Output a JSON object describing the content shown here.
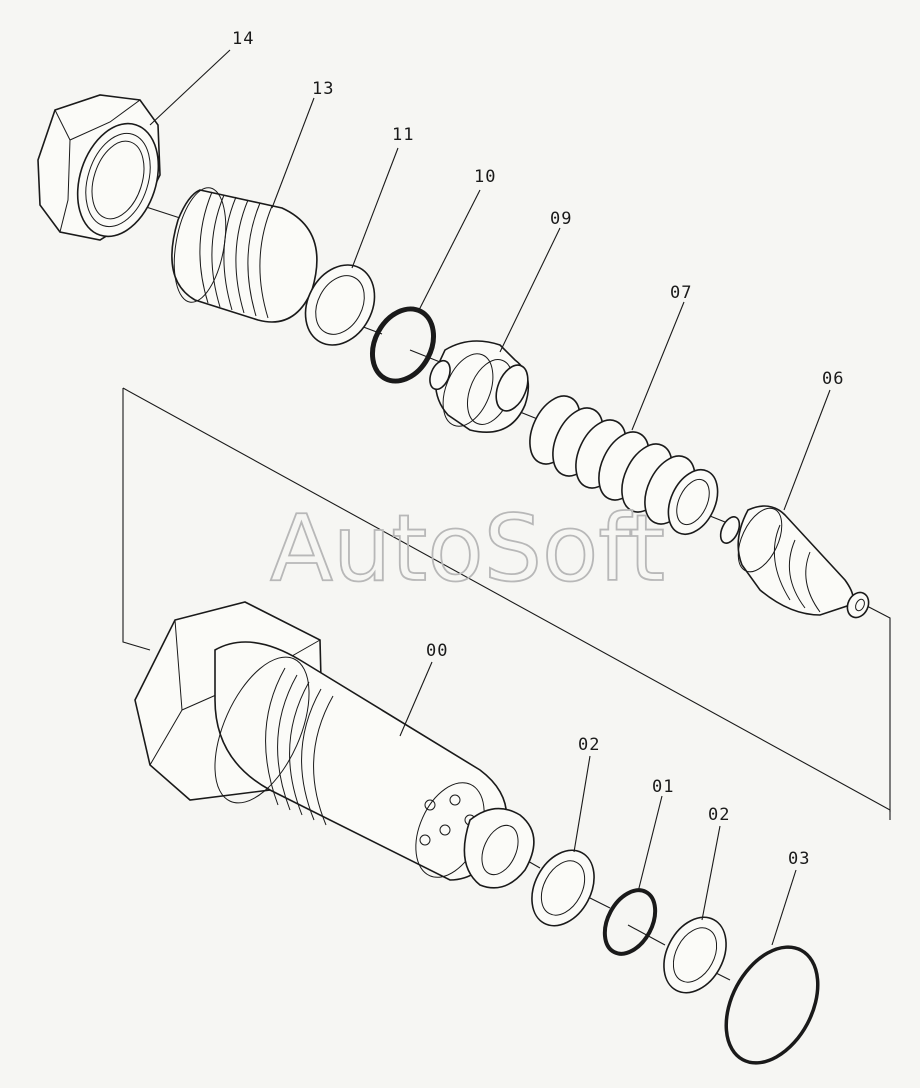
{
  "watermark": "AutoSoft",
  "callouts": {
    "c14": "14",
    "c13": "13",
    "c11": "11",
    "c10": "10",
    "c09": "09",
    "c07": "07",
    "c06": "06",
    "c00": "00",
    "c02a": "02",
    "c01": "01",
    "c02b": "02",
    "c03": "03"
  },
  "colors": {
    "line": "#1a1a1a",
    "background": "#f6f6f3",
    "watermark": "#b8b8b8"
  }
}
